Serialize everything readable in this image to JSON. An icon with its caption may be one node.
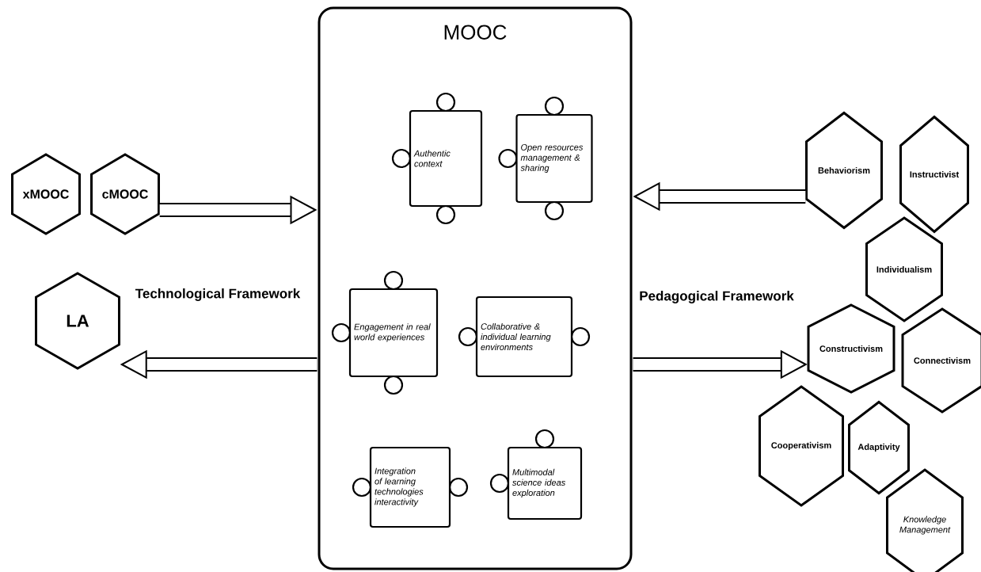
{
  "diagram": {
    "nodes": [
      {
        "text": [
          "MOOC"
        ]
      },
      {
        "text": [
          "Authentic context"
        ],
        "in": 0
      },
      {
        "text": [
          "Open resources management & sharing"
        ],
        "in": 0
      },
      {
        "text": [
          "Engagement in real world experiences"
        ],
        "in": 0
      },
      {
        "text": [
          "Collaborative & individual learning environments"
        ],
        "in": 0
      },
      {
        "text": [
          "Integration of learning technologies interactivity"
        ],
        "in": 0
      },
      {
        "text": [
          "Multimodal science ideas exploration"
        ],
        "in": 0
      },
      {
        "text": [
          "xMOOC"
        ]
      },
      {
        "text": [
          "cMOOC"
        ]
      },
      {
        "text": [
          "LA"
        ]
      },
      {
        "text": [
          "Behaviorism"
        ]
      },
      {
        "text": [
          "Instructivist"
        ]
      },
      {
        "text": [
          "Individualism"
        ]
      },
      {
        "text": [
          "Constructivism"
        ]
      },
      {
        "text": [
          "Connectivism"
        ]
      },
      {
        "text": [
          "Cooperativism"
        ]
      },
      {
        "text": [
          "Adaptivity"
        ]
      },
      {
        "text": [
          "Knowledge Management"
        ]
      }
    ],
    "edges": [
      {
        "from": 8,
        "to": 0,
        "arrow": "to"
      },
      {
        "from": 0,
        "to": 9,
        "arrow": "to"
      },
      {
        "from": 10,
        "to": 0,
        "arrow": "to"
      },
      {
        "from": 0,
        "to": 13,
        "arrow": "to"
      }
    ],
    "labels": [
      "Technological Framework",
      "Pedagogical Framework"
    ]
  }
}
